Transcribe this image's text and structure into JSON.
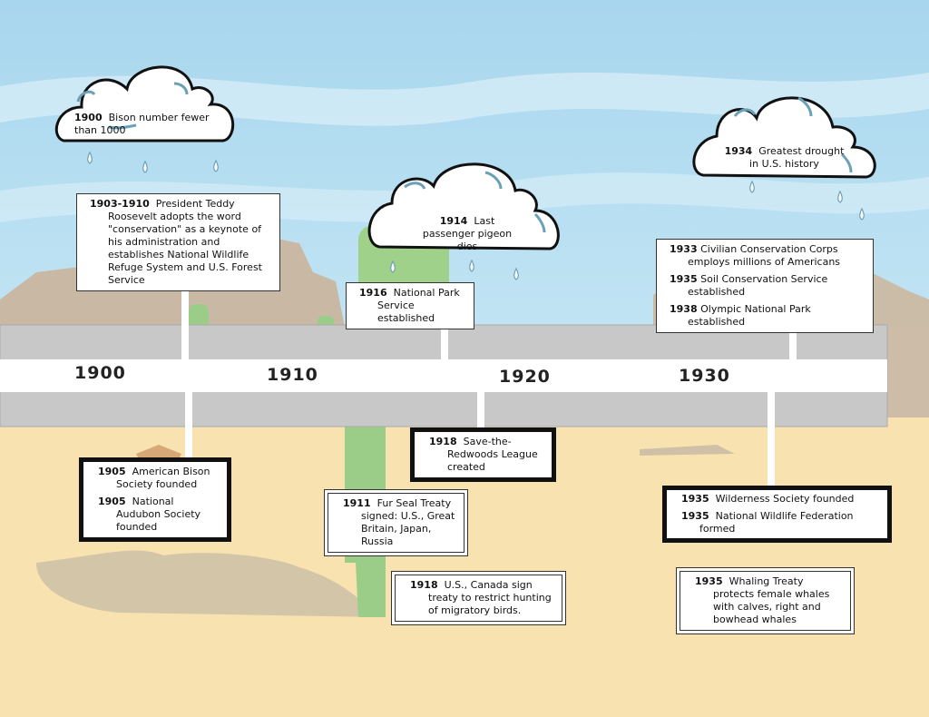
{
  "timeline": {
    "years": [
      "1900",
      "1910",
      "1920",
      "1930"
    ]
  },
  "clouds": [
    {
      "year": "1900",
      "text": "Bison number fewer than 1000"
    },
    {
      "year": "1914",
      "text": "Last passenger pigeon dies"
    },
    {
      "year": "1934",
      "text": "Greatest drought in U.S. history"
    }
  ],
  "events_above": [
    {
      "year": "1903-1910",
      "text": "President Teddy Roosevelt adopts the word \"conservation\" as a keynote of his administration and establishes National Wildlife Refuge System and U.S. Forest Service"
    },
    {
      "year": "1916",
      "text": "National Park Service established"
    },
    {
      "year": "1933",
      "text": "Civilian Conservation Corps employs millions of Americans"
    },
    {
      "year": "1935",
      "text": "Soil Conservation Service established"
    },
    {
      "year": "1938",
      "text": "Olympic National Park established"
    }
  ],
  "events_below": [
    {
      "year": "1905",
      "text": "American Bison Society founded"
    },
    {
      "year": "1905",
      "text": "National Audubon Society founded"
    },
    {
      "year": "1918",
      "text": "Save-the-Redwoods League created"
    },
    {
      "year": "1935",
      "text": "Wilderness Society founded"
    },
    {
      "year": "1935",
      "text": "National Wildlife Federation  formed"
    },
    {
      "year": "1911",
      "text": "Fur Seal Treaty signed: U.S., Great Britain, Japan, Russia"
    },
    {
      "year": "1918",
      "text": "U.S., Canada sign treaty to restrict hunting of migratory birds."
    },
    {
      "year": "1935",
      "text": "Whaling Treaty protects female whales with calves, right and bowhead whales"
    }
  ],
  "colors": {
    "sky": "#bfe3f3",
    "sand": "#f8e3b0",
    "rock": "#c8b8a4",
    "cactus": "#9ccd88",
    "timeline_band": "#c8c8c8",
    "cloud_outline": "#111111",
    "cloud_accent": "#6aa0b8"
  }
}
